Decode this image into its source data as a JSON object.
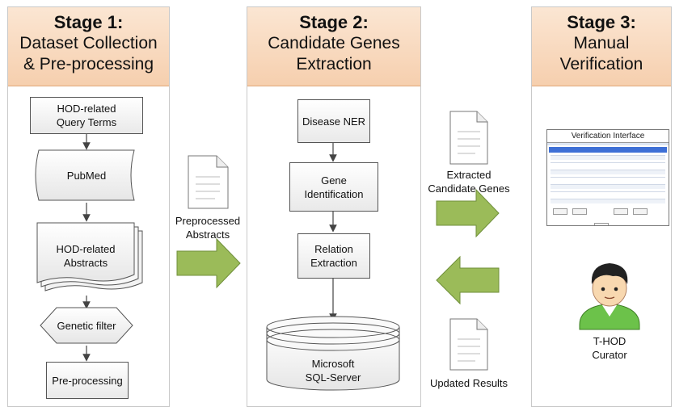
{
  "stage1": {
    "title": "Stage 1:",
    "subtitle_line1": "Dataset Collection",
    "subtitle_line2": "& Pre-processing"
  },
  "stage2": {
    "title": "Stage 2:",
    "subtitle_line1": "Candidate Genes",
    "subtitle_line2": "Extraction"
  },
  "stage3": {
    "title": "Stage 3:",
    "subtitle_line1": "Manual",
    "subtitle_line2": "Verification"
  },
  "flow1": {
    "query_terms_line1": "HOD-related",
    "query_terms_line2": "Query Terms",
    "pubmed": "PubMed",
    "abstracts_line1": "HOD-related",
    "abstracts_line2": "Abstracts",
    "genetic_filter": "Genetic filter",
    "preprocessing": "Pre-processing"
  },
  "flow2": {
    "disease_ner": "Disease NER",
    "gene_id_line1": "Gene",
    "gene_id_line2": "Identification",
    "relation_line1": "Relation",
    "relation_line2": "Extraction",
    "db_line1": "Microsoft",
    "db_line2": "SQL-Server"
  },
  "connectors": {
    "preprocessed_line1": "Preprocessed",
    "preprocessed_line2": "Abstracts",
    "extracted_line1": "Extracted",
    "extracted_line2": "Candidate Genes",
    "updated": "Updated Results"
  },
  "stage3_content": {
    "interface_title": "Verification Interface",
    "curator_line1": "T-HOD",
    "curator_line2": "Curator"
  },
  "colors": {
    "header_fill": "#f6cfae",
    "arrow_fill": "#9bbb59",
    "arrow_stroke": "#6f8f3a"
  }
}
